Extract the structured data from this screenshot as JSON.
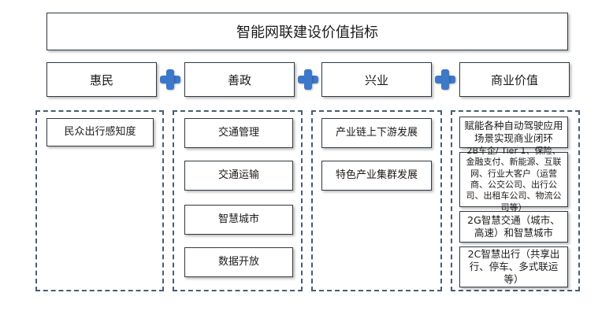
{
  "title": "智能网联建设价值指标",
  "headers": [
    "惠民",
    "善政",
    "兴业",
    "商业价值"
  ],
  "columns": {
    "huimin": [
      "民众出行感知度"
    ],
    "shanzheng": [
      "交通管理",
      "交通运输",
      "智慧城市",
      "数据开放"
    ],
    "xingye": [
      "产业链上下游发展",
      "特色产业集群发展"
    ],
    "business": [
      "赋能各种自动驾驶应用场景实现商业闭环",
      "2B车企/ Tier 1、保险、金融支付、新能源、互联网、行业大客户（运营商、公交公司、出行公司、出租车公司、物流公司等）",
      "2G智慧交通（城市、高速）和智慧城市",
      "2C智慧出行（共享出行、停车、多式联运等）"
    ]
  },
  "colors": {
    "connector": "#3d78c9",
    "border": "#2f3a44",
    "dashed_border": "#4b5b73"
  },
  "icons": {
    "connector": "plus-connector-icon"
  }
}
